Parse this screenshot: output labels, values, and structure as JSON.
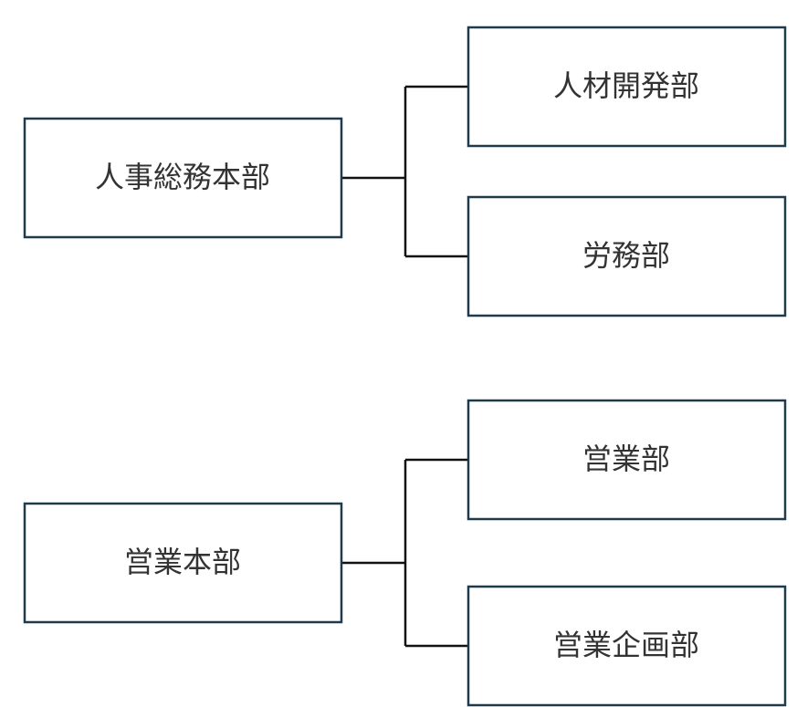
{
  "groups": [
    {
      "parent": {
        "label": "人事総務本部"
      },
      "children": [
        {
          "label": "人材開発部"
        },
        {
          "label": "労務部"
        }
      ]
    },
    {
      "parent": {
        "label": "営業本部"
      },
      "children": [
        {
          "label": "営業部"
        },
        {
          "label": "営業企画部"
        }
      ]
    }
  ],
  "colors": {
    "box_border": "#1f3a4d",
    "connector": "#111111",
    "text": "#333333",
    "background": "#ffffff"
  }
}
